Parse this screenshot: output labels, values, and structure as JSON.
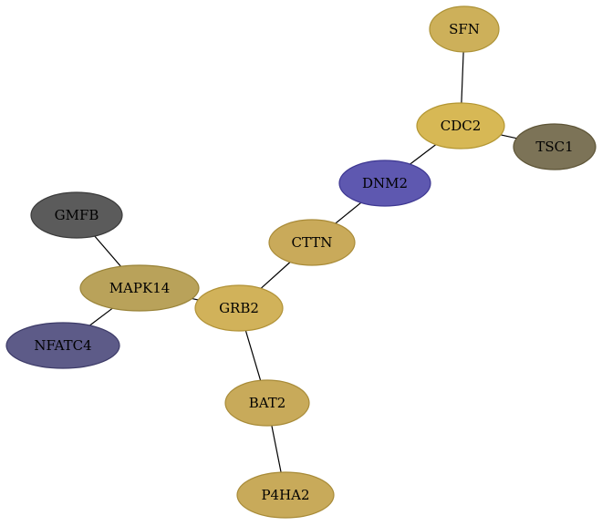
{
  "nodes": [
    {
      "id": "SFN",
      "label": "SFN",
      "color": "#cdb05a",
      "stroke": "#ad9236"
    },
    {
      "id": "CDC2",
      "label": "CDC2",
      "color": "#d7b855",
      "stroke": "#b39632"
    },
    {
      "id": "TSC1",
      "label": "TSC1",
      "color": "#7c7357",
      "stroke": "#5d5436"
    },
    {
      "id": "DNM2",
      "label": "DNM2",
      "color": "#5e58b0",
      "stroke": "#3e3892"
    },
    {
      "id": "CTTN",
      "label": "CTTN",
      "color": "#c9aa5a",
      "stroke": "#a98b38"
    },
    {
      "id": "GMFB",
      "label": "GMFB",
      "color": "#5b5b5b",
      "stroke": "#3b3b3b"
    },
    {
      "id": "MAPK14",
      "label": "MAPK14",
      "color": "#b9a25a",
      "stroke": "#998338"
    },
    {
      "id": "GRB2",
      "label": "GRB2",
      "color": "#d1b25a",
      "stroke": "#b19237"
    },
    {
      "id": "NFATC4",
      "label": "NFATC4",
      "color": "#5d5b88",
      "stroke": "#3d3b68"
    },
    {
      "id": "BAT2",
      "label": "BAT2",
      "color": "#c8aa5a",
      "stroke": "#a88b38"
    },
    {
      "id": "P4HA2",
      "label": "P4HA2",
      "color": "#c8aa5a",
      "stroke": "#a88b38"
    }
  ],
  "edges": [
    {
      "source": "SFN",
      "target": "CDC2"
    },
    {
      "source": "CDC2",
      "target": "TSC1"
    },
    {
      "source": "CDC2",
      "target": "DNM2"
    },
    {
      "source": "DNM2",
      "target": "CTTN"
    },
    {
      "source": "CTTN",
      "target": "GRB2"
    },
    {
      "source": "GMFB",
      "target": "MAPK14"
    },
    {
      "source": "MAPK14",
      "target": "GRB2"
    },
    {
      "source": "MAPK14",
      "target": "NFATC4"
    },
    {
      "source": "GRB2",
      "target": "BAT2"
    },
    {
      "source": "BAT2",
      "target": "P4HA2"
    }
  ]
}
